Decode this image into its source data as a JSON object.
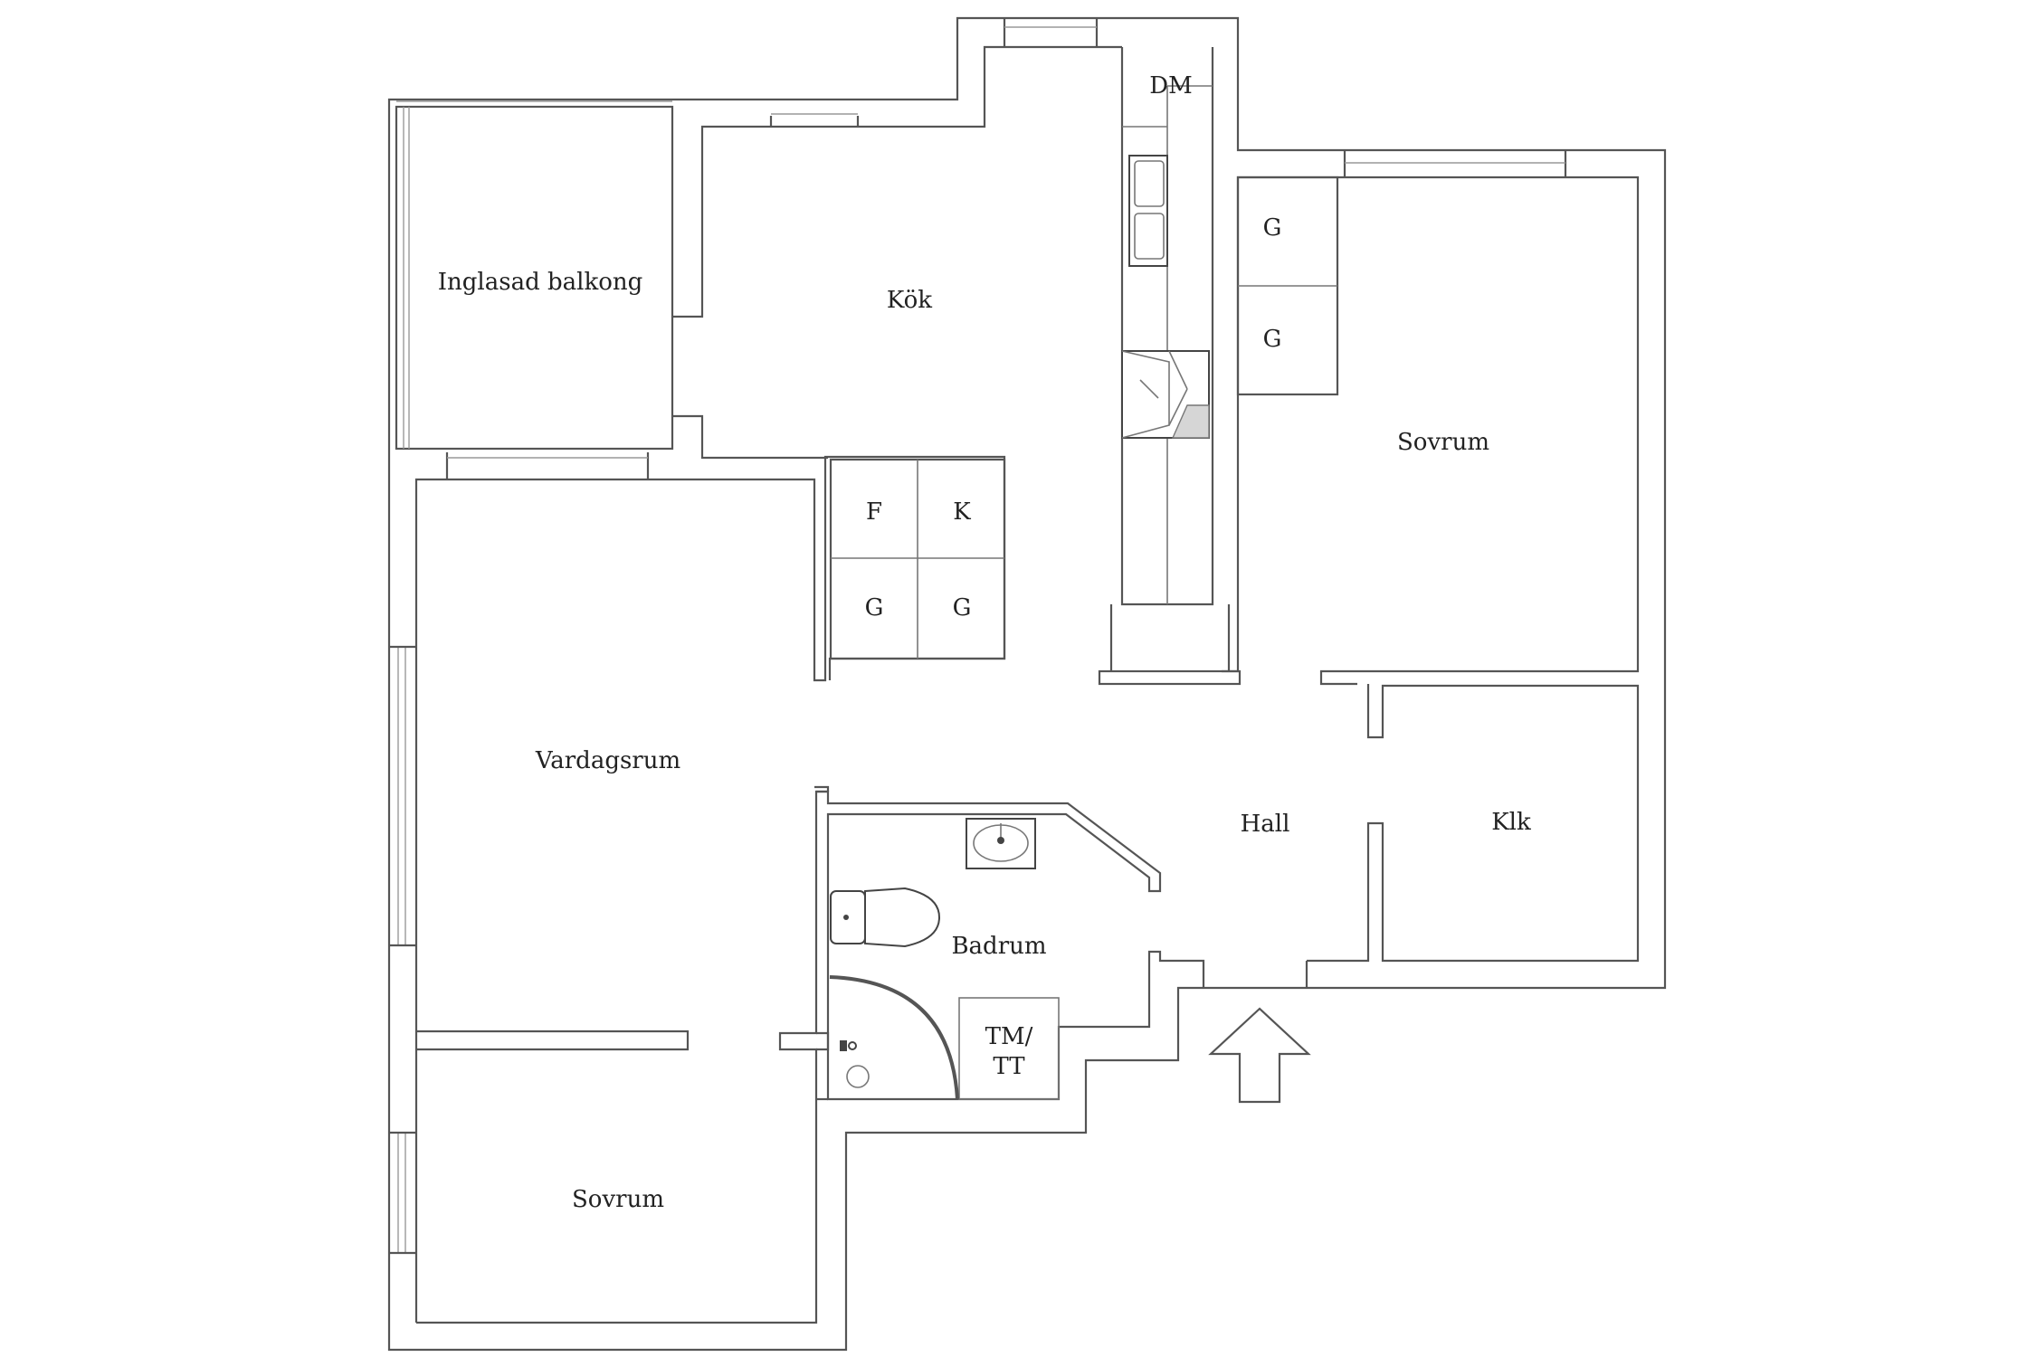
{
  "rooms": {
    "balcony": "Inglasad balkong",
    "kitchen": "Kök",
    "living": "Vardagsrum",
    "bedroom_large": "Sovrum",
    "bedroom_small": "Sovrum",
    "hall": "Hall",
    "closet": "Klk",
    "bathroom": "Badrum"
  },
  "fixtures": {
    "dishwasher": "DM",
    "freezer": "F",
    "fridge": "K",
    "wardrobe": "G",
    "washer_dryer_line1": "TM/",
    "washer_dryer_line2": "TT"
  },
  "icons": [
    "entrance-arrow-icon",
    "sink-icon",
    "toilet-icon",
    "stove-icon",
    "shower-icon"
  ]
}
